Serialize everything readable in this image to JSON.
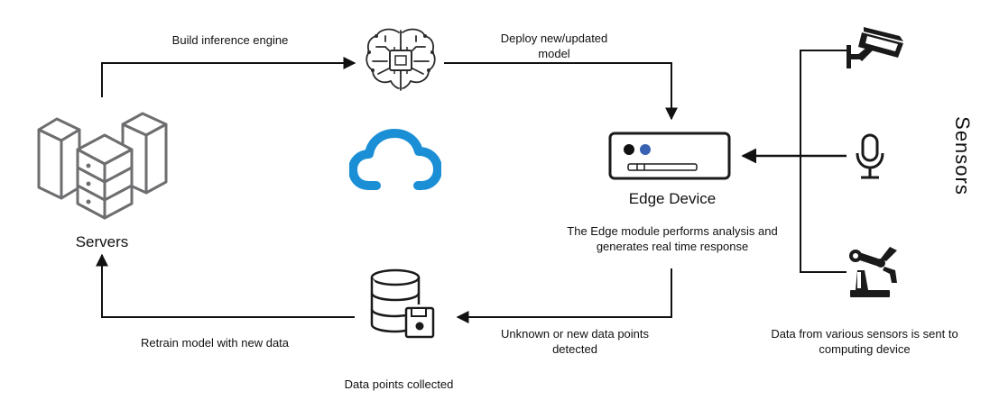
{
  "diagram": {
    "nodes": {
      "servers": {
        "label": "Servers",
        "icon": "server-stack-icon"
      },
      "inference": {
        "icon": "ai-brain-chip-icon"
      },
      "cloud": {
        "icon": "cloud-icon"
      },
      "edge_device": {
        "label": "Edge Device",
        "icon": "edge-device-icon"
      },
      "database": {
        "icon": "database-icon"
      },
      "camera": {
        "icon": "security-camera-icon"
      },
      "microphone": {
        "icon": "microphone-icon"
      },
      "robot_arm": {
        "icon": "robot-arm-icon"
      }
    },
    "group_title": "Sensors",
    "labels": {
      "build": "Build inference engine",
      "deploy": "Deploy new/updated model",
      "edge_desc": "The Edge module performs analysis and generates real time response",
      "unknown": "Unknown  or  new data points detected",
      "collected": "Data points collected",
      "retrain": "Retrain model  with  new data",
      "sensor_data": "Data from various sensors is sent to computing device"
    },
    "colors": {
      "line": "#111111",
      "server_icon": "#6e6e70",
      "cloud": "#1b8fd6",
      "device_dot_black": "#111111",
      "device_dot_blue": "#3a62b3",
      "icon_dark": "#1a1a1a"
    }
  }
}
